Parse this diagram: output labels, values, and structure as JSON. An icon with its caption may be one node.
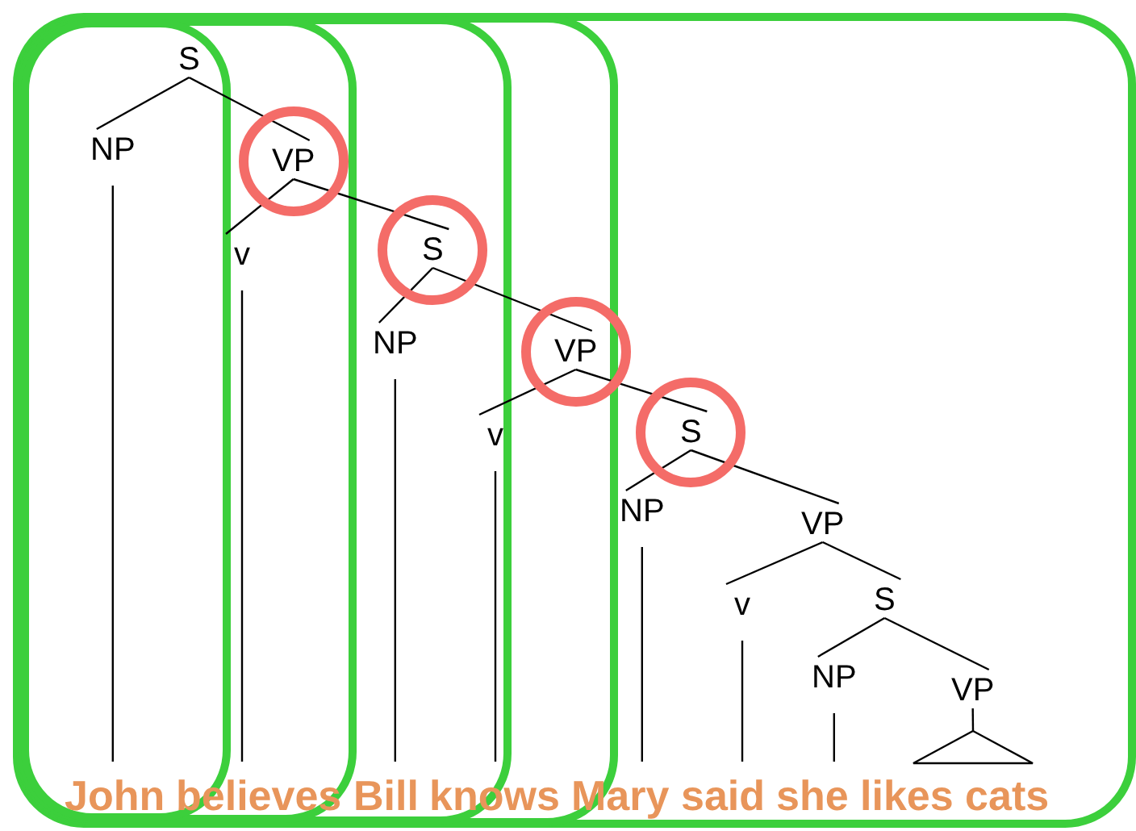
{
  "diagram": {
    "nodes": [
      {
        "text": [],
        "shape": "box"
      },
      {
        "text": [],
        "shape": "box",
        "in": 0
      },
      {
        "text": [],
        "shape": "box",
        "in": 1
      },
      {
        "text": [],
        "shape": "box",
        "in": 2
      },
      {
        "text": [],
        "shape": "box",
        "in": 3
      },
      {
        "text": [
          "S"
        ],
        "in": 4
      },
      {
        "text": [
          "NP"
        ],
        "in": 4
      },
      {
        "text": [],
        "shape": "circle",
        "in": 3
      },
      {
        "text": [
          "VP"
        ],
        "in": 7
      },
      {
        "text": [
          "v"
        ],
        "in": 3
      },
      {
        "text": [],
        "shape": "circle",
        "in": 2
      },
      {
        "text": [
          "S"
        ],
        "in": 10
      },
      {
        "text": [
          "NP"
        ],
        "in": 2
      },
      {
        "text": [],
        "shape": "circle",
        "in": 0
      },
      {
        "text": [
          "VP"
        ],
        "in": 13
      },
      {
        "text": [
          "v"
        ],
        "in": 2
      },
      {
        "text": [],
        "shape": "circle",
        "in": 0
      },
      {
        "text": [
          "S"
        ],
        "in": 16
      },
      {
        "text": [
          "NP"
        ],
        "in": 0
      },
      {
        "text": [
          "VP"
        ],
        "in": 0
      },
      {
        "text": [
          "v"
        ],
        "in": 0
      },
      {
        "text": [
          "S"
        ],
        "in": 0
      },
      {
        "text": [
          "NP"
        ],
        "in": 0
      },
      {
        "text": [
          "VP"
        ],
        "in": 0
      },
      {
        "text": [],
        "shape": "triangle",
        "in": 0
      },
      {
        "text": [
          "John"
        ],
        "in": 4
      },
      {
        "text": [
          "believes"
        ],
        "in": 3
      },
      {
        "text": [
          "Bill"
        ],
        "in": 2
      },
      {
        "text": [
          "knows"
        ],
        "in": 1
      },
      {
        "text": [
          "Mary"
        ],
        "in": 0
      },
      {
        "text": [
          "said"
        ],
        "in": 0
      },
      {
        "text": [
          "she"
        ],
        "in": 0
      },
      {
        "text": [
          "likes cats"
        ],
        "in": 0
      }
    ],
    "edges": [
      {
        "from": 5,
        "to": 6,
        "arrow": "none"
      },
      {
        "from": 5,
        "to": 8,
        "arrow": "none"
      },
      {
        "from": 8,
        "to": 9,
        "arrow": "none"
      },
      {
        "from": 8,
        "to": 11,
        "arrow": "none"
      },
      {
        "from": 11,
        "to": 12,
        "arrow": "none"
      },
      {
        "from": 11,
        "to": 14,
        "arrow": "none"
      },
      {
        "from": 14,
        "to": 15,
        "arrow": "none"
      },
      {
        "from": 14,
        "to": 17,
        "arrow": "none"
      },
      {
        "from": 17,
        "to": 18,
        "arrow": "none"
      },
      {
        "from": 17,
        "to": 19,
        "arrow": "none"
      },
      {
        "from": 19,
        "to": 20,
        "arrow": "none"
      },
      {
        "from": 19,
        "to": 21,
        "arrow": "none"
      },
      {
        "from": 21,
        "to": 22,
        "arrow": "none"
      },
      {
        "from": 21,
        "to": 23,
        "arrow": "none"
      },
      {
        "from": 23,
        "to": 24,
        "arrow": "none"
      },
      {
        "from": 6,
        "to": 25,
        "arrow": "none"
      },
      {
        "from": 9,
        "to": 26,
        "arrow": "none"
      },
      {
        "from": 12,
        "to": 27,
        "arrow": "none"
      },
      {
        "from": 15,
        "to": 28,
        "arrow": "none"
      },
      {
        "from": 18,
        "to": 29,
        "arrow": "none"
      },
      {
        "from": 20,
        "to": 30,
        "arrow": "none"
      },
      {
        "from": 22,
        "to": 31,
        "arrow": "none"
      }
    ]
  }
}
